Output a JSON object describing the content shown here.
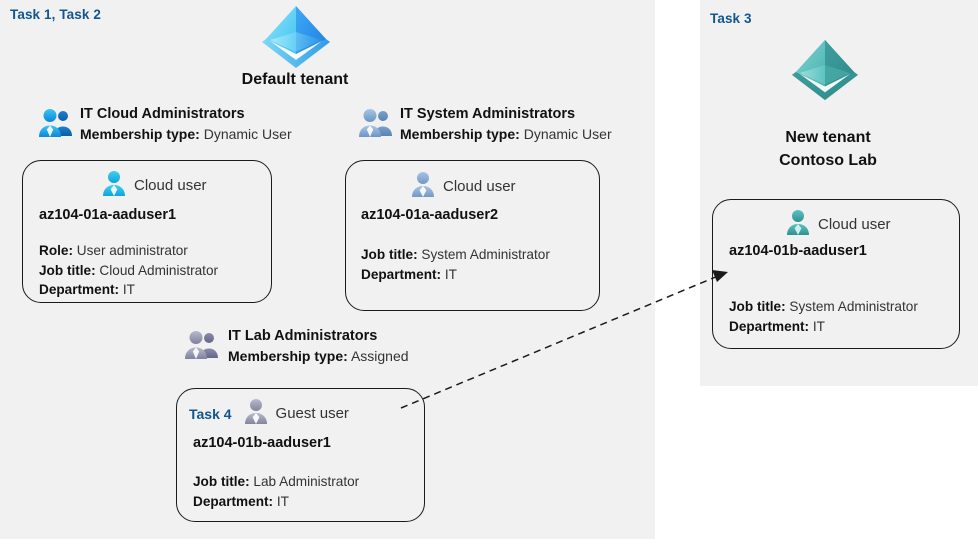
{
  "panels": {
    "left": {
      "task_label": "Task 1, Task 2"
    },
    "right": {
      "task_label": "Task 3"
    }
  },
  "tenants": [
    {
      "icon": "azure-tenant-icon",
      "title": "Default tenant",
      "color": "#32b4f0"
    },
    {
      "icon": "azure-tenant-icon",
      "title": "New  tenant\nContoso Lab",
      "title_line1": "New  tenant",
      "title_line2": "Contoso Lab",
      "color": "#4aa8a6"
    }
  ],
  "groups": [
    {
      "icon": "group-users-icon",
      "name": "IT Cloud Administrators",
      "membership_label": "Membership type:",
      "membership_value": "Dynamic User",
      "color": "#19a8e8"
    },
    {
      "icon": "group-users-icon",
      "name": "IT System Administrators",
      "membership_label": "Membership type:",
      "membership_value": "Dynamic User",
      "color": "#8aa8cc"
    },
    {
      "icon": "group-users-icon",
      "name": "IT Lab Administrators",
      "membership_label": "Membership type:",
      "membership_value": "Assigned",
      "color": "#8e90a8"
    }
  ],
  "cards": [
    {
      "id": "card1",
      "user_type": "Cloud user",
      "icon": "user-icon",
      "icon_color": "#29b6e8",
      "username": "az104-01a-aaduser1",
      "attrs": [
        {
          "label": "Role:",
          "value": "User administrator"
        },
        {
          "label": "Job title:",
          "value": "Cloud Administrator"
        },
        {
          "label": "Department:",
          "value": "IT"
        }
      ]
    },
    {
      "id": "card2",
      "user_type": "Cloud user",
      "icon": "user-icon",
      "icon_color": "#8fb0d6",
      "username": "az104-01a-aaduser2",
      "attrs": [
        {
          "label": "Job title:",
          "value": "System Administrator"
        },
        {
          "label": "Department:",
          "value": "IT"
        }
      ]
    },
    {
      "id": "card3",
      "user_type": "Cloud user",
      "icon": "user-icon",
      "icon_color": "#3faaa8",
      "username": "az104-01b-aaduser1",
      "attrs": [
        {
          "label": "Job title:",
          "value": "System Administrator"
        },
        {
          "label": "Department:",
          "value": "IT"
        }
      ]
    },
    {
      "id": "card4",
      "task_label": "Task 4",
      "user_type": "Guest user",
      "icon": "user-icon",
      "icon_color": "#9b9db4",
      "username": "az104-01b-aaduser1",
      "attrs": [
        {
          "label": "Job title:",
          "value": "Lab Administrator"
        },
        {
          "label": "Department:",
          "value": "IT"
        }
      ]
    }
  ],
  "connector": {
    "name": "guest-invite-arrow",
    "style": "dashed",
    "from": "card4",
    "to": "card3"
  }
}
